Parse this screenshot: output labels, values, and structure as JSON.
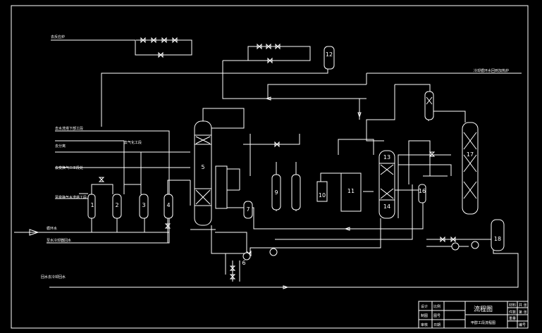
{
  "diagram": {
    "stream_labels": [
      "去反应炉",
      "冷却循环水回到加热炉",
      "去水洗塔下部工段",
      "去分离",
      "去气化工段",
      "去变换气二工段处",
      "至变换气水洗塔工段",
      "循环水",
      "至水冷却器回水",
      "回水去冷却回水"
    ],
    "units": [
      "1",
      "2",
      "3",
      "4",
      "5",
      "6",
      "7",
      "9",
      "10",
      "11",
      "12",
      "13",
      "14",
      "16",
      "17",
      "18"
    ],
    "title_block": {
      "title": "流程图",
      "subtitle": "甲醇工段流程图",
      "cells": [
        "设计",
        "制图",
        "审核",
        "比例",
        "图号",
        "日期",
        "材料",
        "件数",
        "重量",
        "共 张",
        "第 张",
        "编号"
      ]
    }
  }
}
